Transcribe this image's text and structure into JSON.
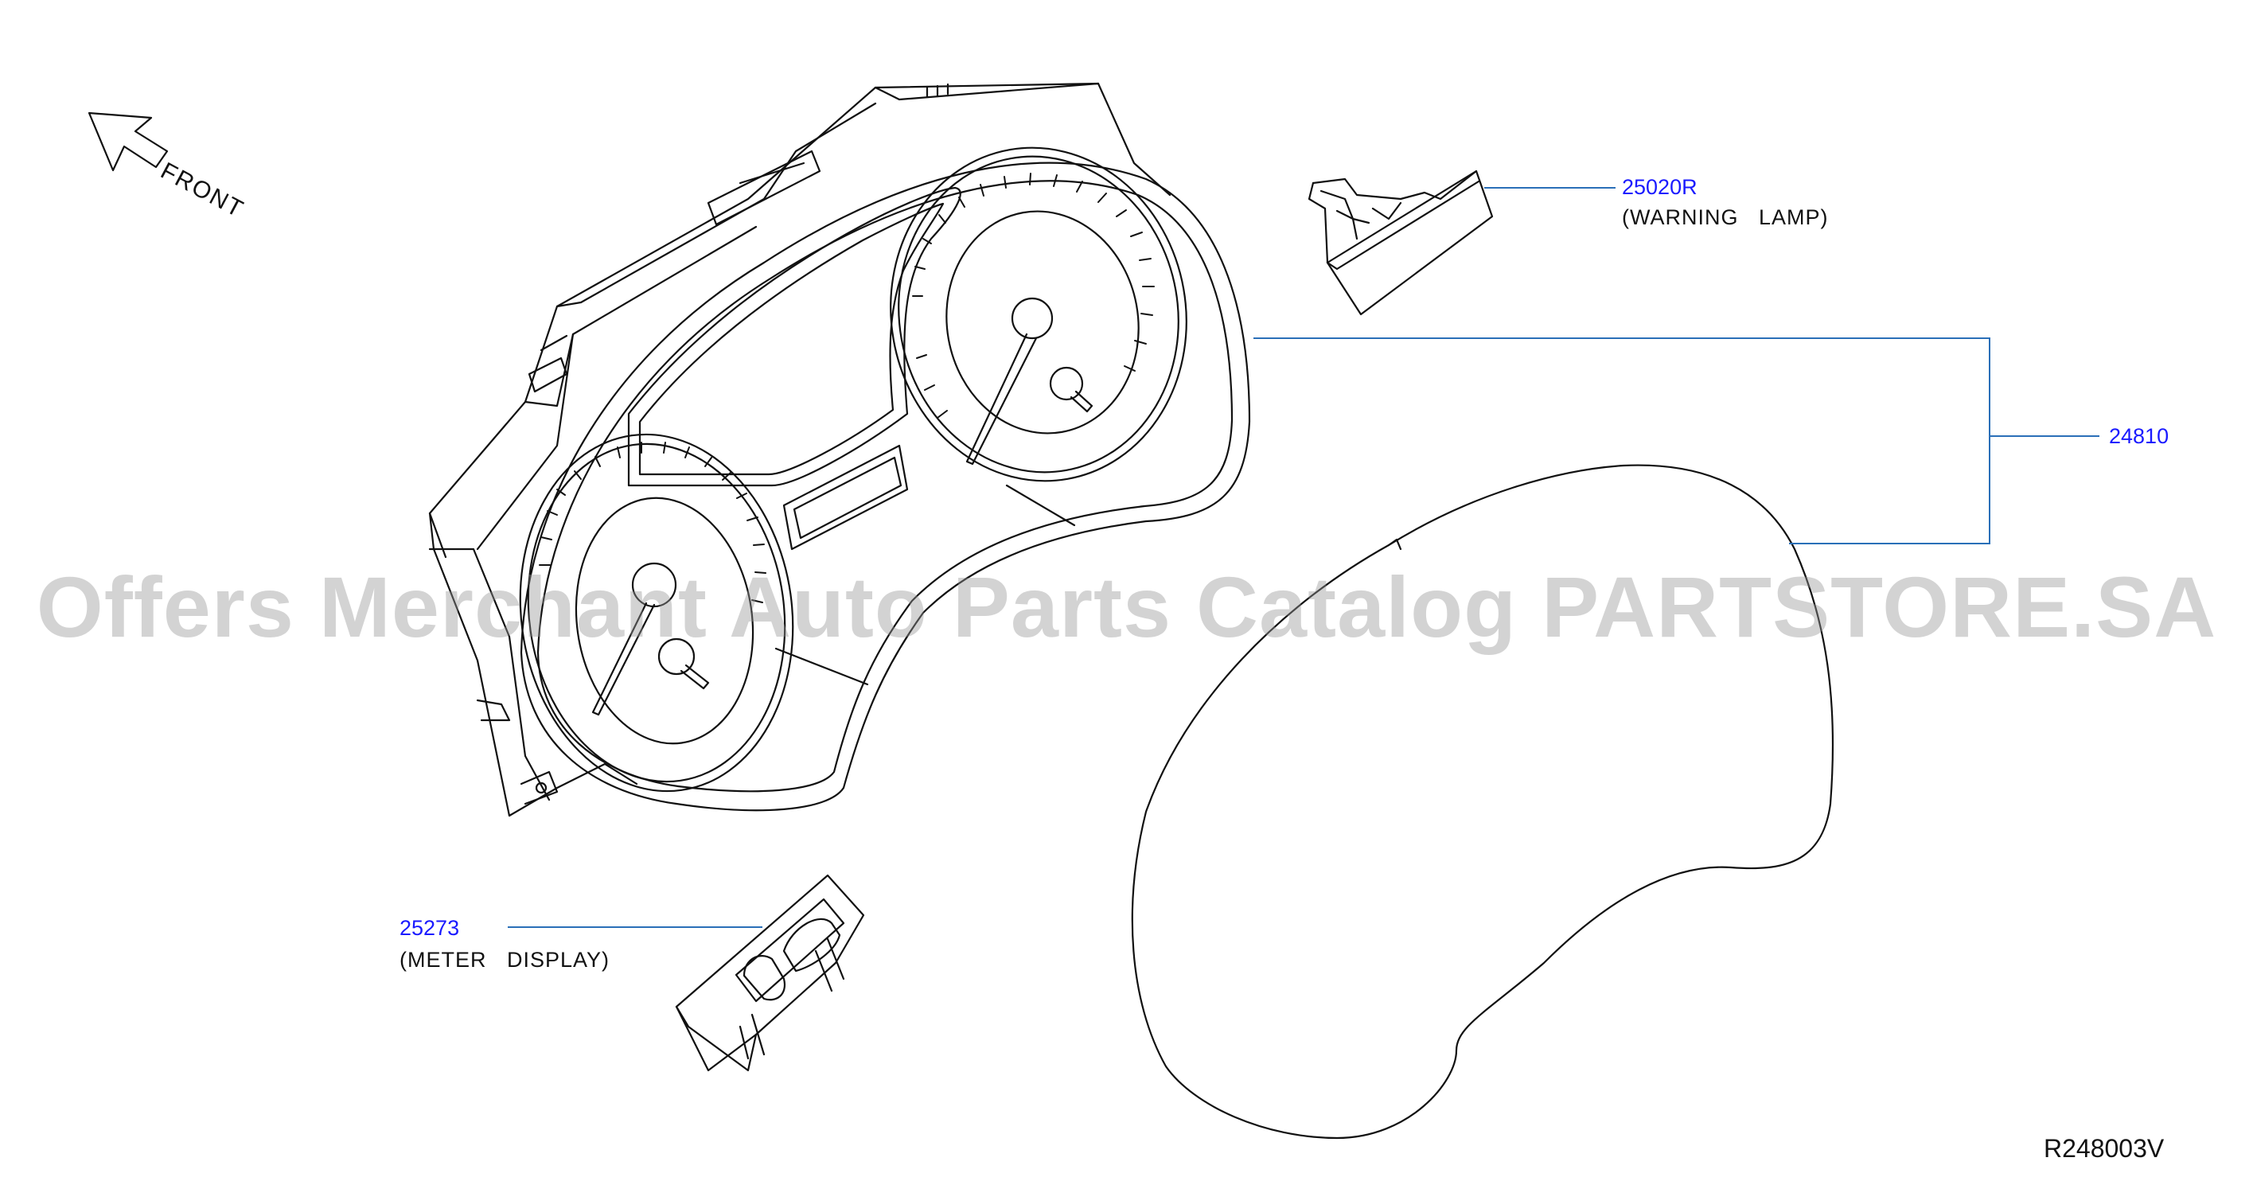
{
  "diagram": {
    "orientation_label": "FRONT",
    "watermark": "Offers Merchant Auto Parts Catalog PARTSTORE.SA",
    "drawing_code": "R248003V",
    "colors": {
      "callout_number": "#1a1aff",
      "leader_line": "#2a6fb8",
      "line_art": "#111111"
    },
    "parts": [
      {
        "number": "25020R",
        "name": "(WARNING   LAMP)"
      },
      {
        "number": "24810",
        "name": ""
      },
      {
        "number": "25273",
        "name": "(METER   DISPLAY)"
      }
    ]
  }
}
